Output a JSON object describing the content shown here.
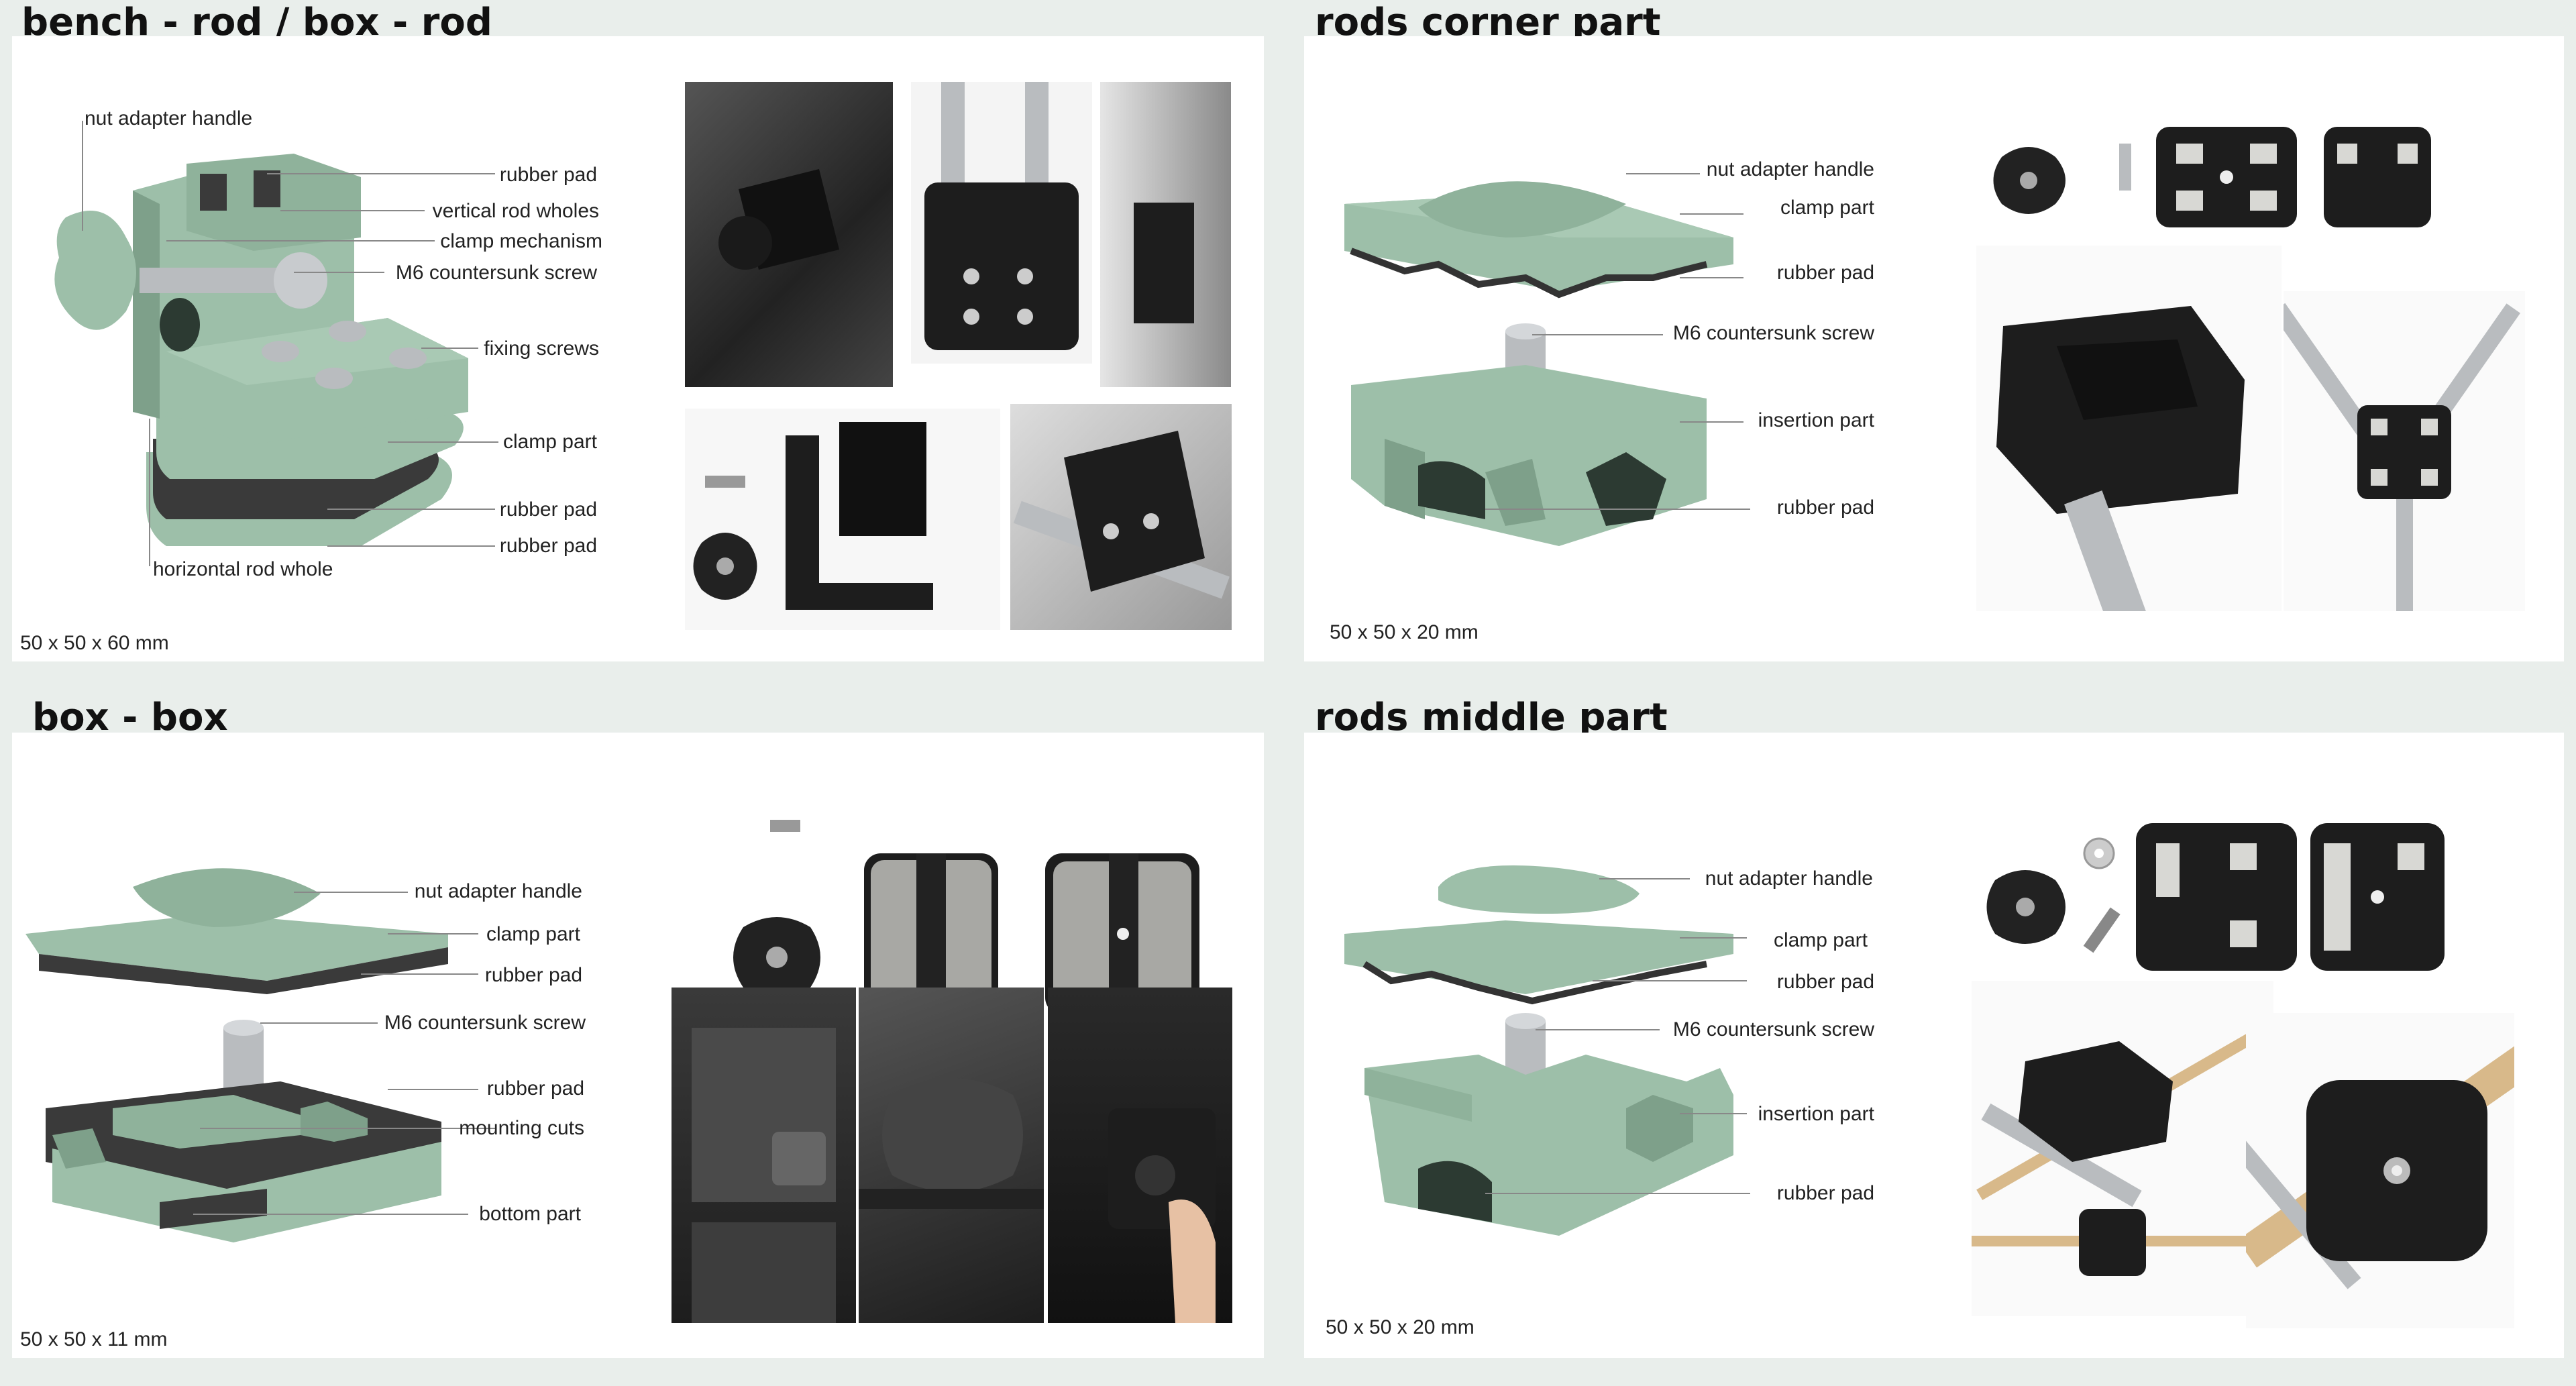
{
  "colors": {
    "background": "#e9eeeb",
    "panel": "#ffffff",
    "part_green": "#9dbfa9",
    "part_green_dark": "#7ea08a",
    "rubber": "#3a3a3a",
    "steel": "#b9bcbf",
    "printed_black": "#1d1d1d"
  },
  "sections": {
    "bench_rod": {
      "title": "bench - rod  / box - rod",
      "dimensions": "50 x 50 x 60 mm",
      "labels": {
        "nut_adapter_handle": "nut adapter handle",
        "rubber_pad_1": "rubber pad",
        "vertical_rod_wholes": "vertical rod wholes",
        "clamp_mechanism": "clamp mechanism",
        "m6_screw": "M6 countersunk screw",
        "fixing_screws": "fixing screws",
        "clamp_part": "clamp part",
        "rubber_pad_2": "rubber pad",
        "rubber_pad_3": "rubber pad",
        "horizontal_rod_whole": "horizontal rod whole"
      }
    },
    "rods_corner": {
      "title": "rods corner part",
      "dimensions": "50 x 50 x 20 mm",
      "labels": {
        "nut_adapter_handle": "nut adapter handle",
        "clamp_part": "clamp part",
        "rubber_pad_1": "rubber pad",
        "m6_screw": "M6 countersunk screw",
        "insertion_part": "insertion part",
        "rubber_pad_2": "rubber pad"
      }
    },
    "box_box": {
      "title": "box - box",
      "dimensions": "50 x 50 x 11 mm",
      "labels": {
        "nut_adapter_handle": "nut adapter handle",
        "clamp_part": "clamp part",
        "rubber_pad_1": "rubber pad",
        "m6_screw": "M6 countersunk screw",
        "rubber_pad_2": "rubber pad",
        "mounting_cuts": "mounting cuts",
        "bottom_part": "bottom part"
      }
    },
    "rods_middle": {
      "title": "rods middle part",
      "dimensions": "50 x 50 x 20 mm",
      "labels": {
        "nut_adapter_handle": "nut adapter handle",
        "clamp_part": "clamp part",
        "rubber_pad_1": "rubber pad",
        "m6_screw": "M6 countersunk screw",
        "insertion_part": "insertion part",
        "rubber_pad_2": "rubber pad"
      }
    }
  }
}
